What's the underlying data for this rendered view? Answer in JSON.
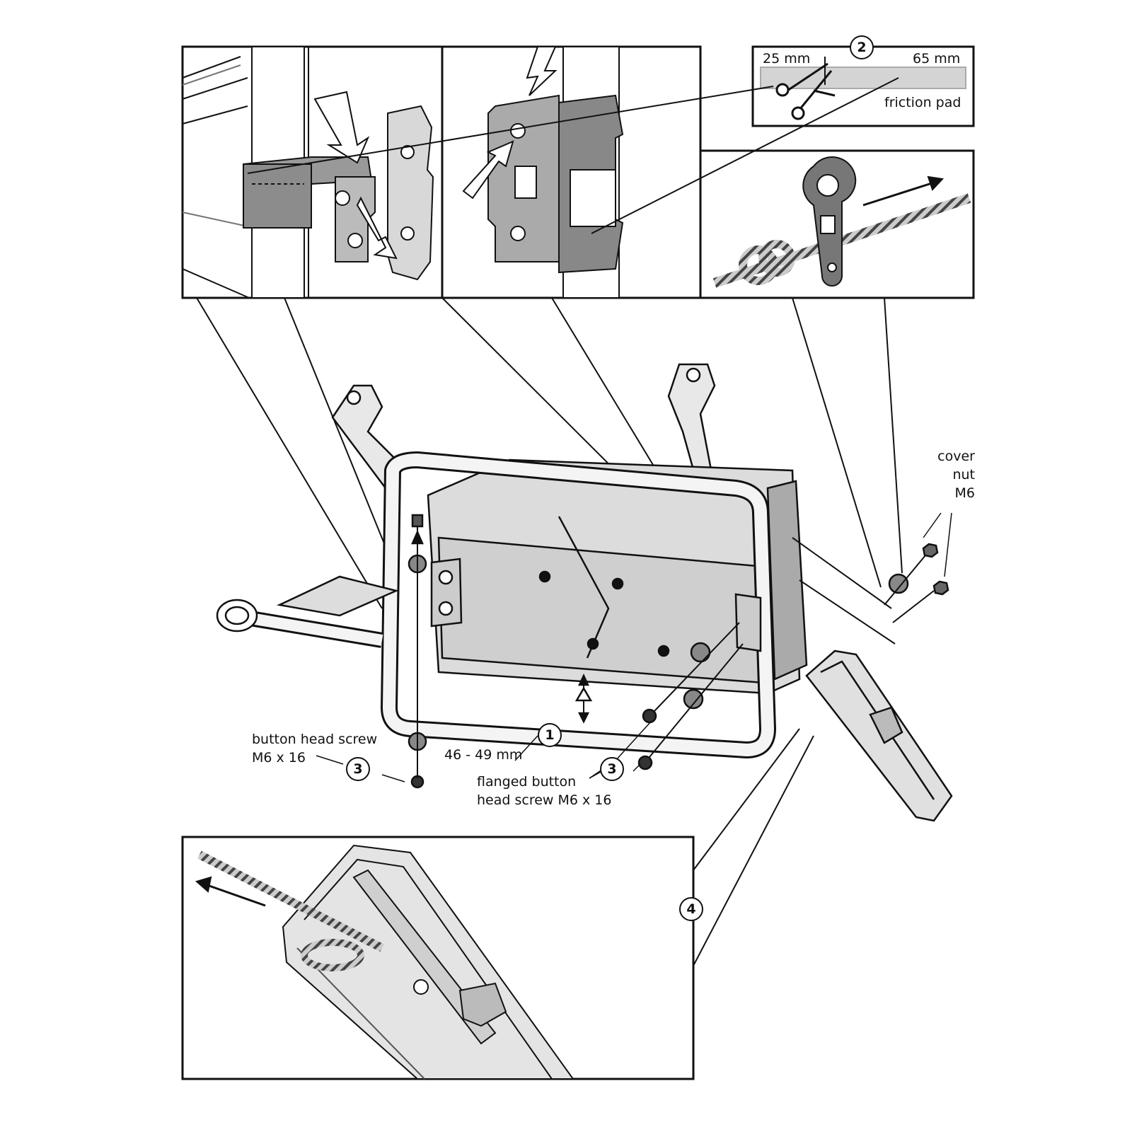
{
  "steps": {
    "s1": "1",
    "s2": "2",
    "s3a": "3",
    "s3b": "3",
    "s4": "4"
  },
  "friction": {
    "left_mm": "25 mm",
    "right_mm": "65 mm",
    "pad_label": "friction pad"
  },
  "labels": {
    "cover_nut_1": "cover",
    "cover_nut_2": "nut",
    "cover_nut_3": "M6",
    "gap": "46 - 49 mm",
    "button_screw_1": "button head screw",
    "button_screw_2": "M6 x 16",
    "flanged_screw_1": "flanged button",
    "flanged_screw_2": "head screw M6 x 16"
  },
  "icons": [
    "scissors-icon",
    "warning-icon",
    "arrow-icon",
    "rope-knot-icon"
  ]
}
